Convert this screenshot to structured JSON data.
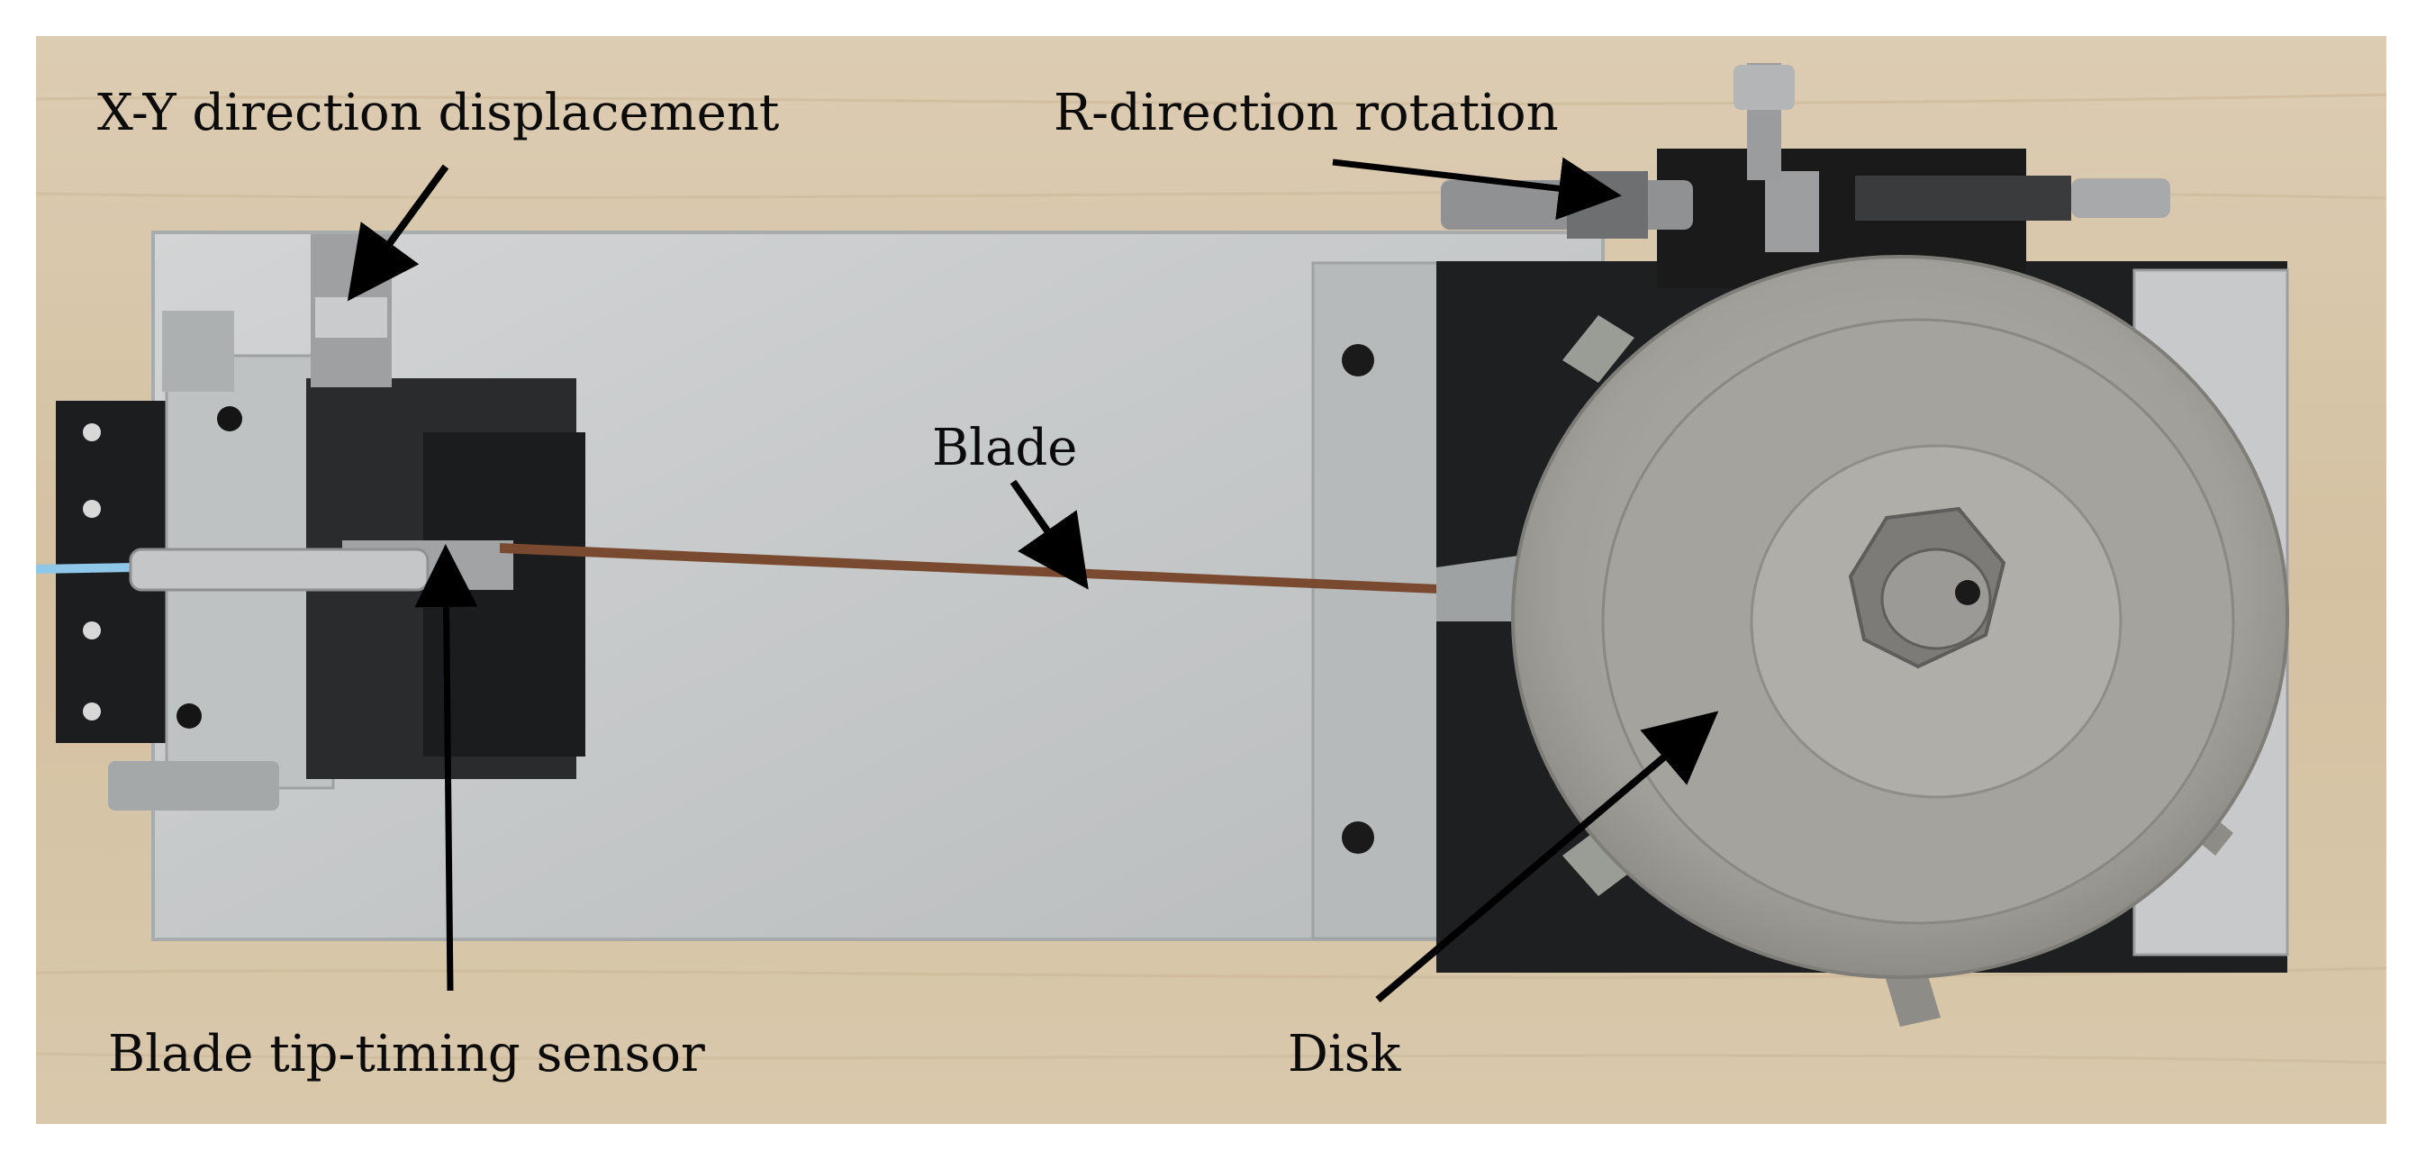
{
  "figure": {
    "labels": {
      "xy_displacement": "X-Y direction displacement",
      "r_rotation": "R-direction rotation",
      "blade": "Blade",
      "sensor": "Blade tip-timing sensor",
      "disk": "Disk"
    },
    "colors": {
      "wood": "#d8c6a9",
      "base_plate": "#c9cbcc",
      "dark_mount": "#1e1f21",
      "disk": "#a9a8a2",
      "blade": "#7a4a30",
      "arrow": "#000000",
      "text": "#0b0b0b"
    }
  }
}
